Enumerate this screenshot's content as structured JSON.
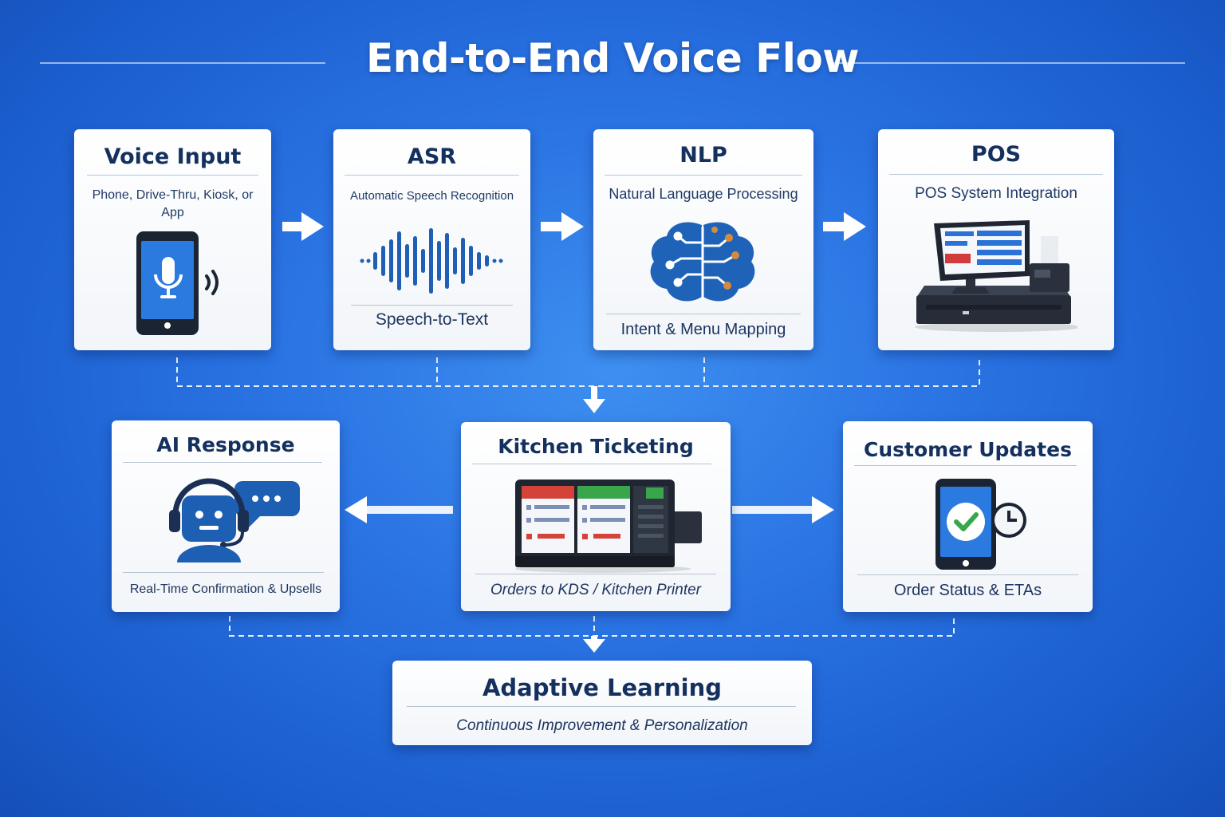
{
  "title": "End-to-End Voice Flow",
  "colors": {
    "background": "#2a73e3",
    "card": "#ffffff",
    "heading": "#14305e",
    "accent_blue": "#1f63b8",
    "accent_orange": "#c47a32",
    "check_green": "#3aa64b"
  },
  "top_row": [
    {
      "title": "Voice Input",
      "subtitle": "Phone, Drive-Thru, Kiosk, or App",
      "icon": "smartphone-microphone-icon"
    },
    {
      "title": "ASR",
      "subtitle": "Automatic Speech Recognition",
      "footer": "Speech-to-Text",
      "icon": "sound-wave-icon"
    },
    {
      "title": "NLP",
      "subtitle": "Natural Language Processing",
      "footer": "Intent & Menu Mapping",
      "icon": "brain-circuit-icon"
    },
    {
      "title": "POS",
      "subtitle": "POS System Integration",
      "icon": "pos-terminal-icon"
    }
  ],
  "middle_row": {
    "ai_response": {
      "title": "AI Response",
      "footer": "Real-Time Confirmation & Upsells",
      "icon": "headset-bot-chat-icon"
    },
    "kitchen": {
      "title": "Kitchen Ticketing",
      "footer": "Orders to KDS / Kitchen Printer",
      "icon": "kitchen-display-icon"
    },
    "customer": {
      "title": "Customer Updates",
      "footer": "Order Status & ETAs",
      "icon": "phone-check-clock-icon"
    }
  },
  "adaptive": {
    "title": "Adaptive Learning",
    "subtitle": "Continuous Improvement & Personalization"
  }
}
